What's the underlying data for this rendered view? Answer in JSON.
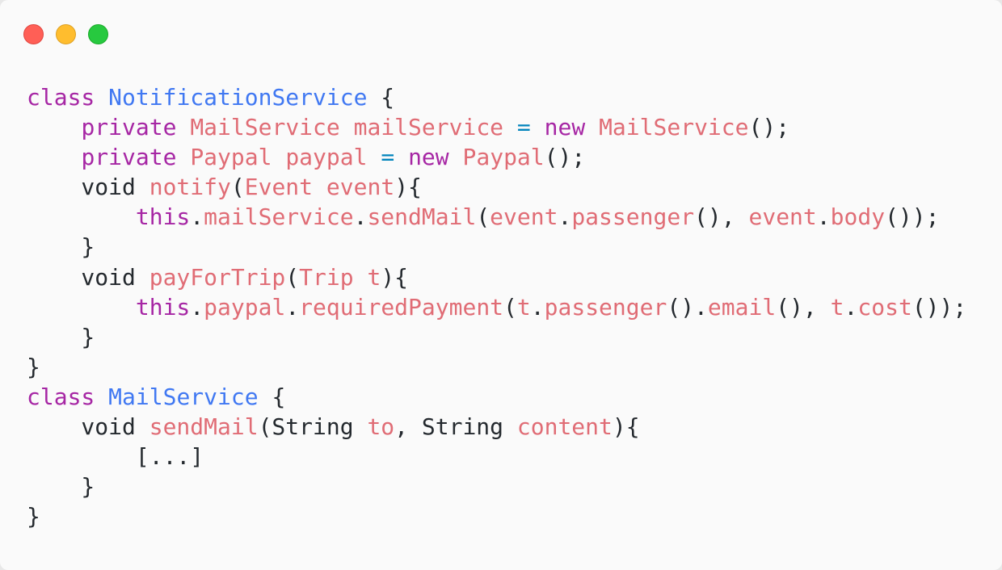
{
  "window": {
    "controls": [
      {
        "name": "close",
        "color": "#ff5f56"
      },
      {
        "name": "minimize",
        "color": "#ffbd2e"
      },
      {
        "name": "maximize",
        "color": "#27c93f"
      }
    ]
  },
  "colors": {
    "keyword": "#a626a4",
    "class": "#4078f2",
    "identifier": "#e06c75",
    "operator": "#0184bc",
    "plain": "#24292e",
    "background": "#fafafa"
  },
  "code": {
    "lines": [
      [
        [
          "class",
          "kw"
        ],
        [
          " ",
          "pl"
        ],
        [
          "NotificationService",
          "cls"
        ],
        [
          " {",
          "pl"
        ]
      ],
      [
        [
          "    ",
          "pl"
        ],
        [
          "private",
          "kw"
        ],
        [
          " ",
          "pl"
        ],
        [
          "MailService",
          "id"
        ],
        [
          " ",
          "pl"
        ],
        [
          "mailService",
          "id"
        ],
        [
          " ",
          "pl"
        ],
        [
          "=",
          "op"
        ],
        [
          " ",
          "pl"
        ],
        [
          "new",
          "kw"
        ],
        [
          " ",
          "pl"
        ],
        [
          "MailService",
          "id"
        ],
        [
          "();",
          "pl"
        ]
      ],
      [
        [
          "    ",
          "pl"
        ],
        [
          "private",
          "kw"
        ],
        [
          " ",
          "pl"
        ],
        [
          "Paypal",
          "id"
        ],
        [
          " ",
          "pl"
        ],
        [
          "paypal",
          "id"
        ],
        [
          " ",
          "pl"
        ],
        [
          "=",
          "op"
        ],
        [
          " ",
          "pl"
        ],
        [
          "new",
          "kw"
        ],
        [
          " ",
          "pl"
        ],
        [
          "Paypal",
          "id"
        ],
        [
          "();",
          "pl"
        ]
      ],
      [
        [
          "    void ",
          "pl"
        ],
        [
          "notify",
          "id"
        ],
        [
          "(",
          "pl"
        ],
        [
          "Event",
          "id"
        ],
        [
          " ",
          "pl"
        ],
        [
          "event",
          "id"
        ],
        [
          "){",
          "pl"
        ]
      ],
      [
        [
          "        ",
          "pl"
        ],
        [
          "this",
          "kw"
        ],
        [
          ".",
          "pl"
        ],
        [
          "mailService",
          "id"
        ],
        [
          ".",
          "pl"
        ],
        [
          "sendMail",
          "id"
        ],
        [
          "(",
          "pl"
        ],
        [
          "event",
          "id"
        ],
        [
          ".",
          "pl"
        ],
        [
          "passenger",
          "id"
        ],
        [
          "(), ",
          "pl"
        ],
        [
          "event",
          "id"
        ],
        [
          ".",
          "pl"
        ],
        [
          "body",
          "id"
        ],
        [
          "());",
          "pl"
        ]
      ],
      [
        [
          "    }",
          "pl"
        ]
      ],
      [
        [
          "    void ",
          "pl"
        ],
        [
          "payForTrip",
          "id"
        ],
        [
          "(",
          "pl"
        ],
        [
          "Trip",
          "id"
        ],
        [
          " ",
          "pl"
        ],
        [
          "t",
          "id"
        ],
        [
          "){",
          "pl"
        ]
      ],
      [
        [
          "        ",
          "pl"
        ],
        [
          "this",
          "kw"
        ],
        [
          ".",
          "pl"
        ],
        [
          "paypal",
          "id"
        ],
        [
          ".",
          "pl"
        ],
        [
          "requiredPayment",
          "id"
        ],
        [
          "(",
          "pl"
        ],
        [
          "t",
          "id"
        ],
        [
          ".",
          "pl"
        ],
        [
          "passenger",
          "id"
        ],
        [
          "().",
          "pl"
        ],
        [
          "email",
          "id"
        ],
        [
          "(), ",
          "pl"
        ],
        [
          "t",
          "id"
        ],
        [
          ".",
          "pl"
        ],
        [
          "cost",
          "id"
        ],
        [
          "());",
          "pl"
        ]
      ],
      [
        [
          "    }",
          "pl"
        ]
      ],
      [
        [
          "}",
          "pl"
        ]
      ],
      [
        [
          "class",
          "kw"
        ],
        [
          " ",
          "pl"
        ],
        [
          "MailService",
          "cls"
        ],
        [
          " {",
          "pl"
        ]
      ],
      [
        [
          "    void ",
          "pl"
        ],
        [
          "sendMail",
          "id"
        ],
        [
          "(String ",
          "pl"
        ],
        [
          "to",
          "id"
        ],
        [
          ", String ",
          "pl"
        ],
        [
          "content",
          "id"
        ],
        [
          "){",
          "pl"
        ]
      ],
      [
        [
          "        [...]",
          "pl"
        ]
      ],
      [
        [
          "    }",
          "pl"
        ]
      ],
      [
        [
          "}",
          "pl"
        ]
      ]
    ]
  }
}
